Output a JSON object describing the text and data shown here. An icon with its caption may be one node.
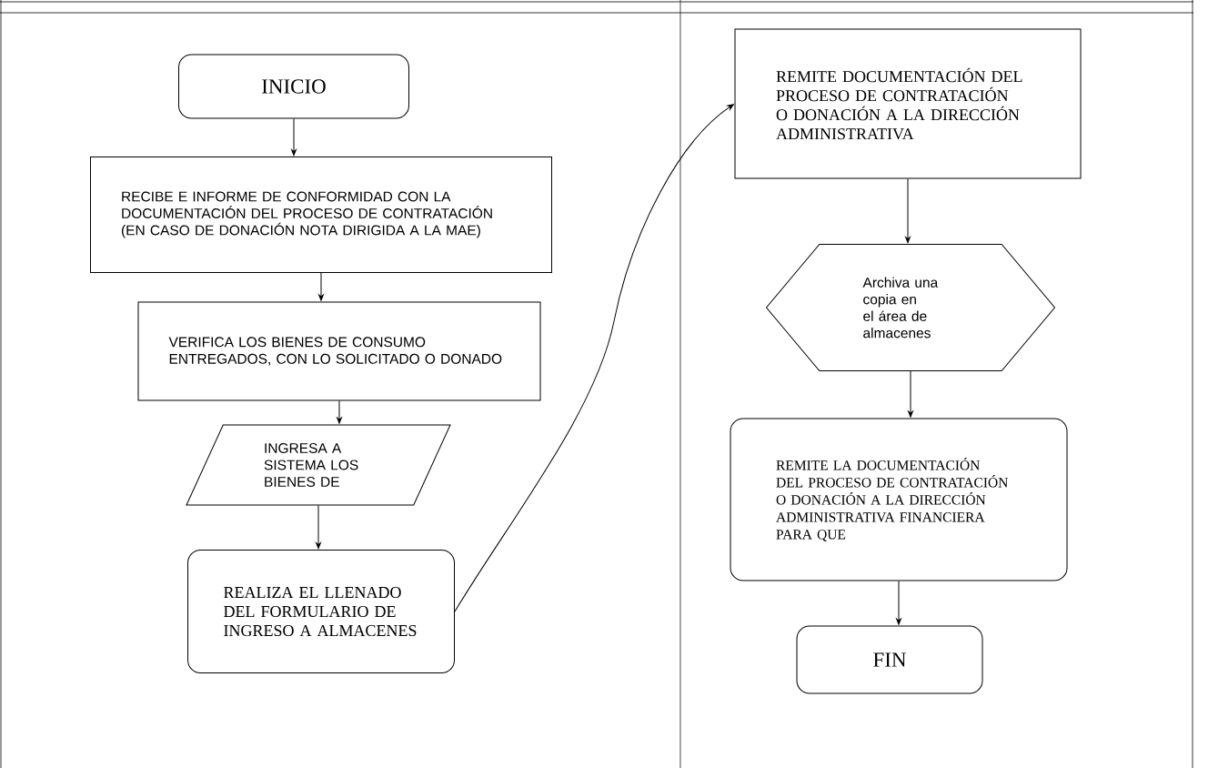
{
  "diagram": {
    "nodes": [
      {
        "text": [
          "INICIO"
        ]
      },
      {
        "text": [
          "RECIBE E INFORME DE CONFORMIDAD CON LA DOCUMENTACIÓN DEL PROCESO DE CONTRATACIÓN (EN CASO DE DONACIÓN NOTA DIRIGIDA A LA MAE)"
        ]
      },
      {
        "text": [
          "VERIFICA LOS BIENES DE CONSUMO ENTREGADOS, CON LO SOLICITADO O DONADO"
        ]
      },
      {
        "text": [
          "INGRESA A SISTEMA LOS BIENES DE"
        ]
      },
      {
        "text": [
          "REALIZA EL LLENADO DEL FORMULARIO DE INGRESO A ALMACENES"
        ]
      },
      {
        "text": [
          "REMITE DOCUMENTACIÓN DEL PROCESO DE CONTRATACIÓN O DONACIÓN A LA DIRECCIÓN ADMINISTRATIVA"
        ]
      },
      {
        "text": [
          "Archiva una copia en el área de almacenes"
        ]
      },
      {
        "text": [
          "REMITE LA DOCUMENTACIÓN DEL PROCESO DE CONTRATACIÓN O DONACIÓN A LA DIRECCIÓN ADMINISTRATIVA FINANCIERA PARA QUE"
        ]
      },
      {
        "text": [
          "FIN"
        ]
      }
    ],
    "edges": [
      {
        "from": 0,
        "to": 1,
        "arrow": "to"
      },
      {
        "from": 1,
        "to": 2,
        "arrow": "to"
      },
      {
        "from": 2,
        "to": 3,
        "arrow": "to"
      },
      {
        "from": 3,
        "to": 4,
        "arrow": "to"
      },
      {
        "from": 4,
        "to": 5,
        "arrow": "to"
      },
      {
        "from": 5,
        "to": 6,
        "arrow": "to"
      },
      {
        "from": 6,
        "to": 7,
        "arrow": "to"
      },
      {
        "from": 7,
        "to": 8,
        "arrow": "to"
      }
    ]
  }
}
